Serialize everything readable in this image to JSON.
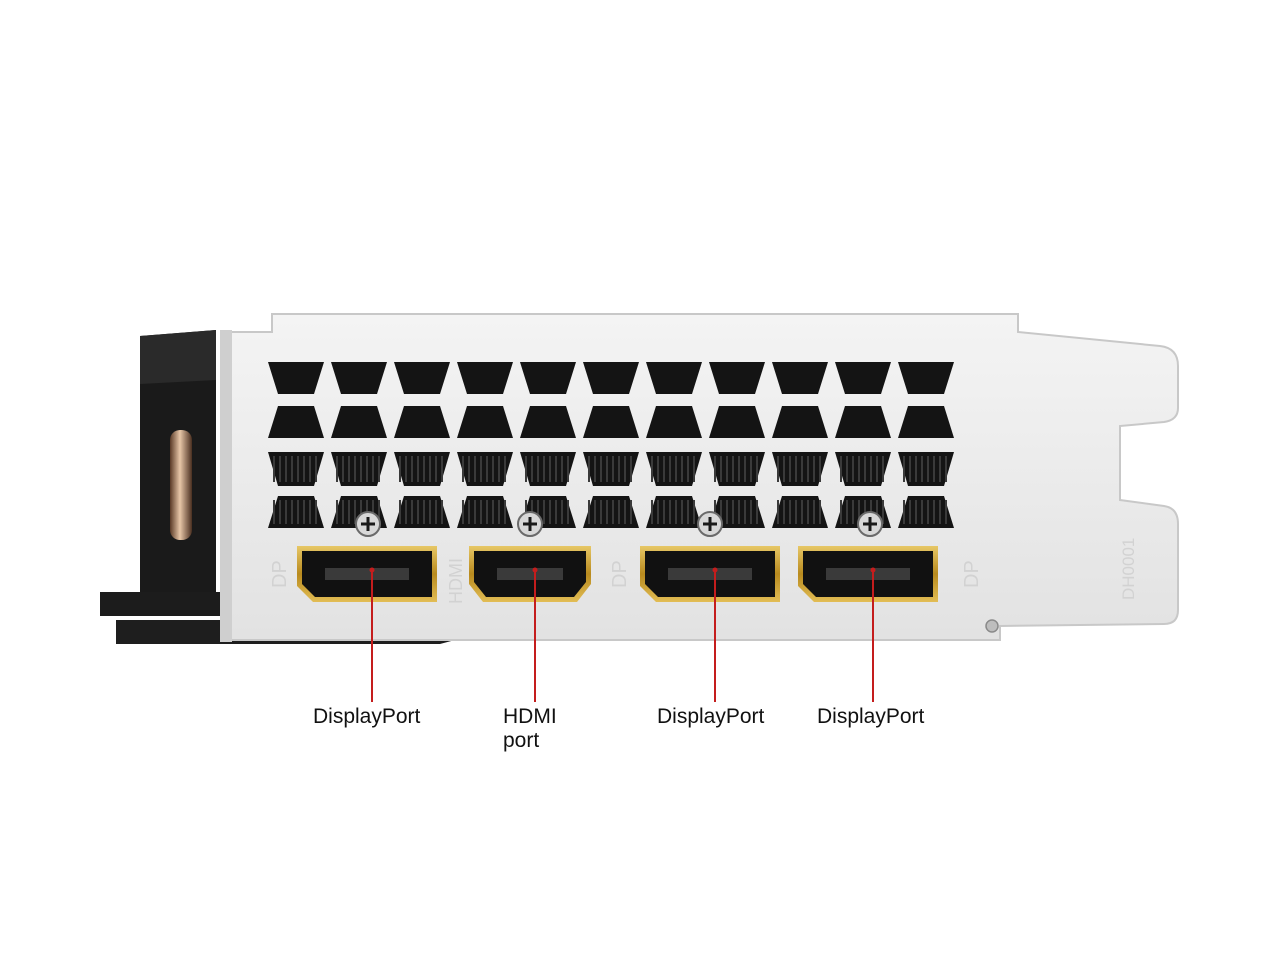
{
  "colors": {
    "background": "#ffffff",
    "bracket": "#e9e9e9",
    "bracket_edge": "#c8c8c8",
    "vent": "#141414",
    "port_body": "#111111",
    "port_gold": "#c9a227",
    "leader_line": "#c41d1d",
    "label_text": "#111111",
    "engraving": "#d2d2d2"
  },
  "bracket_engraving": {
    "dp_mark": "DP",
    "hdmi_mark": "HDMI",
    "model_mark": "DH0001"
  },
  "ports": [
    {
      "id": "dp-1",
      "type": "displayport",
      "label": "DisplayPort"
    },
    {
      "id": "hdmi-1",
      "type": "hdmi",
      "label": "HDMI",
      "label_line2": "port"
    },
    {
      "id": "dp-2",
      "type": "displayport",
      "label": "DisplayPort"
    },
    {
      "id": "dp-3",
      "type": "displayport",
      "label": "DisplayPort"
    }
  ]
}
